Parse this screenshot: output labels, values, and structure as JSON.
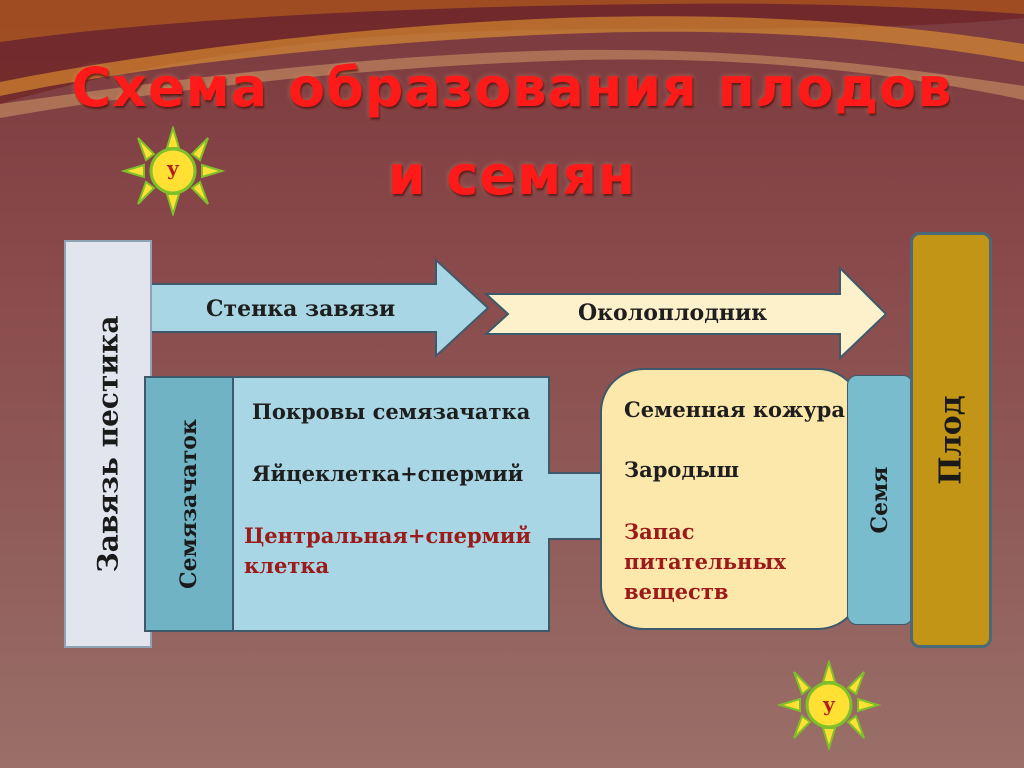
{
  "slide": {
    "title_line_1": "Схема образования плодов",
    "title_line_2": "и семян"
  },
  "decor": {
    "sun_icon_label": "у",
    "sun_icon_count": 2
  },
  "colors": {
    "title_red": "#ff1a1a",
    "ovary_fill": "#e2e4ee",
    "ovule_fill": "#a9d6e4",
    "ovule_label_fill": "#6fb3c4",
    "arrow_wall_fill": "#a9d6e4",
    "arrow_pericarp_fill": "#fdf1cc",
    "seed_parts_fill": "#fde8ac",
    "seed_fill": "#79bccd",
    "fruit_fill": "#c29516",
    "sun_fill": "#ffe033",
    "sun_rays": "#7fbf2a"
  },
  "diagram": {
    "ovary_label": "Завязь пестика",
    "arrow_ovary_wall": "Стенка завязи",
    "arrow_pericarp": "Околоплодник",
    "ovule": {
      "label": "Семязачаток",
      "items": [
        "Покровы семязачатка",
        "Яйцеклетка+спермий",
        "Центральная+спермий",
        "клетка"
      ]
    },
    "seed_parts": [
      "Семенная кожура",
      "Зародыш",
      "Запас",
      "питательных",
      "веществ"
    ],
    "seed_label": "Семя",
    "fruit_label": "Плод"
  }
}
